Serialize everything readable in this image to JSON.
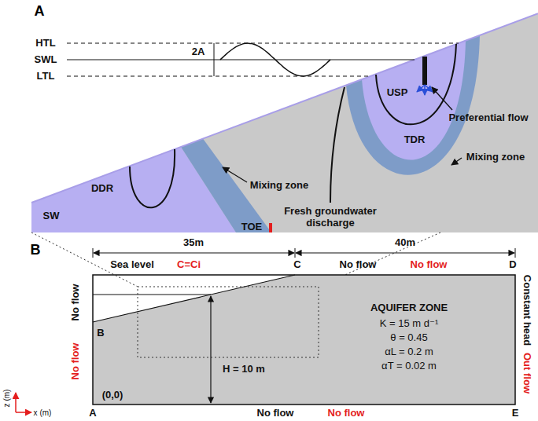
{
  "diagram": {
    "labels": [
      "A",
      "HTL",
      "SWL",
      "LTL",
      "2A",
      "USP",
      "Preferential flow",
      "TDR",
      "Mixing zone",
      "SW",
      "DDR",
      "Mixing zone",
      "Fresh groundwater discharge",
      "TOE",
      "B",
      "35m",
      "40m",
      "Sea level",
      "C=Ci",
      "C",
      "No flow",
      "No flow",
      "D",
      "No flow",
      "No flow",
      "B",
      "Constant head",
      "Out flow",
      "AQUIFER ZONE",
      "K = 15 m d⁻¹",
      "θ = 0.45",
      "αL = 0.2 m",
      "αT = 0.02 m",
      "H = 10 m",
      "(0,0)",
      "A",
      "No flow",
      "No flow",
      "E",
      "z (m)",
      "x (m)"
    ]
  }
}
